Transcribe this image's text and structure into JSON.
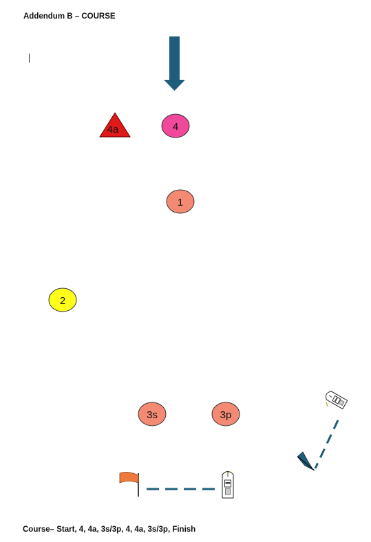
{
  "header": {
    "title": "Addendum B – COURSE"
  },
  "footer": {
    "course": "Course– Start, 4, 4a, 3s/3p, 4, 4a, 3s/3p, Finish"
  },
  "colors": {
    "wind_arrow": "#1f5d7a",
    "mark_4": "#f0489a",
    "mark_4a": "#e01a1a",
    "mark_orange": "#f48a74",
    "mark_2": "#ffff1a",
    "line_dash": "#1f5d7a",
    "start_flag": "#f07a3c",
    "finish_flag": "#1f5d7a"
  },
  "marks": {
    "mark_4": {
      "label": "4"
    },
    "mark_4a": {
      "label": "4a"
    },
    "mark_1": {
      "label": "1"
    },
    "mark_2": {
      "label": "2"
    },
    "mark_3s": {
      "label": "3s"
    },
    "mark_3p": {
      "label": "3p"
    }
  }
}
